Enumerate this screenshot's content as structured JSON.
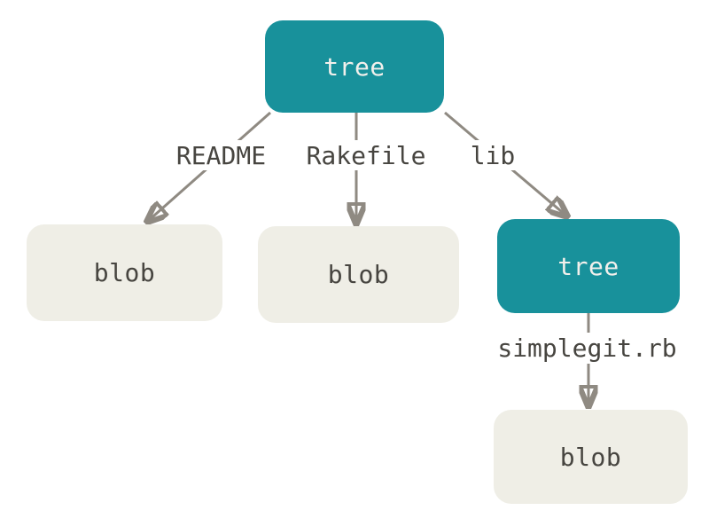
{
  "diagram": {
    "type": "git-object-graph",
    "nodes": {
      "root_tree": {
        "label": "tree",
        "kind": "tree"
      },
      "readme_blob": {
        "label": "blob",
        "kind": "blob"
      },
      "rakefile_blob": {
        "label": "blob",
        "kind": "blob"
      },
      "lib_tree": {
        "label": "tree",
        "kind": "tree"
      },
      "simplegit_blob": {
        "label": "blob",
        "kind": "blob"
      }
    },
    "edges": [
      {
        "from": "root_tree",
        "to": "readme_blob",
        "label": "README"
      },
      {
        "from": "root_tree",
        "to": "rakefile_blob",
        "label": "Rakefile"
      },
      {
        "from": "root_tree",
        "to": "lib_tree",
        "label": "lib"
      },
      {
        "from": "lib_tree",
        "to": "simplegit_blob",
        "label": "simplegit.rb"
      }
    ],
    "edge_labels": {
      "readme": "README",
      "rakefile": "Rakefile",
      "lib": "lib",
      "simplegit": "simplegit.rb"
    },
    "colors": {
      "tree_fill": "#18919b",
      "tree_text": "#f2f0ec",
      "blob_fill": "#efeee6",
      "blob_text": "#474540",
      "edge_stroke": "#8f8a82",
      "edge_label_bg": "#ffffff",
      "edge_label_text": "#474540",
      "background": "#ffffff"
    }
  }
}
